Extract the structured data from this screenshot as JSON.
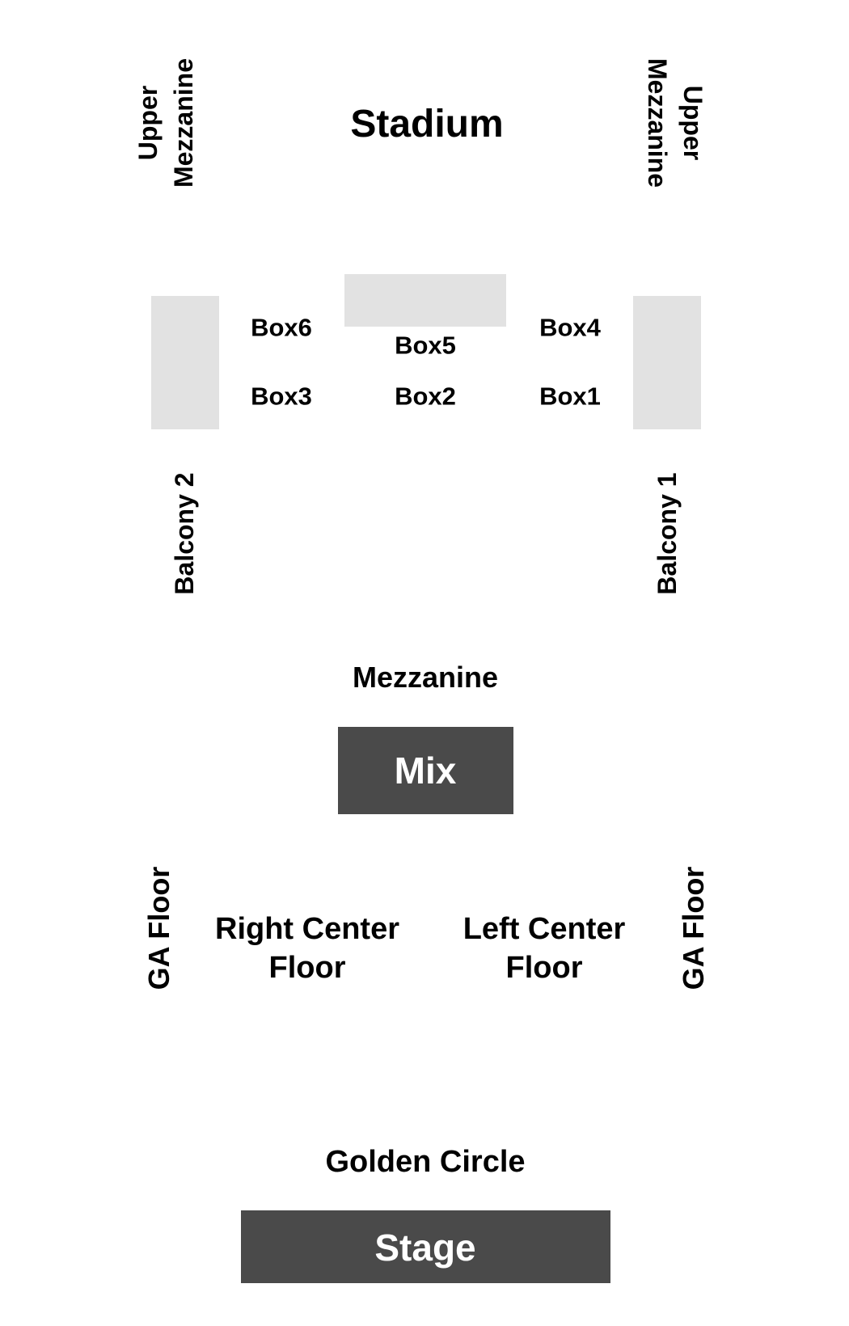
{
  "venue": {
    "stadium": "Stadium",
    "upper_mezzanine_left": "Upper\nMezzanine",
    "upper_mezzanine_right": "Upper\nMezzanine",
    "balcony_left": "Balcony 2",
    "balcony_right": "Balcony 1",
    "boxes": {
      "box1": "Box1",
      "box2": "Box2",
      "box3": "Box3",
      "box4": "Box4",
      "box5": "Box5",
      "box6": "Box6"
    },
    "mezzanine": "Mezzanine",
    "mix": "Mix",
    "ga_floor_left": "GA Floor",
    "ga_floor_right": "GA Floor",
    "right_center_floor": "Right Center\nFloor",
    "left_center_floor": "Left Center\nFloor",
    "golden_circle": "Golden Circle",
    "stage": "Stage"
  },
  "colors": {
    "light_section": "#e2e2e2",
    "dark_section": "#4a4a4a",
    "text": "#000000",
    "text_on_dark": "#ffffff"
  }
}
